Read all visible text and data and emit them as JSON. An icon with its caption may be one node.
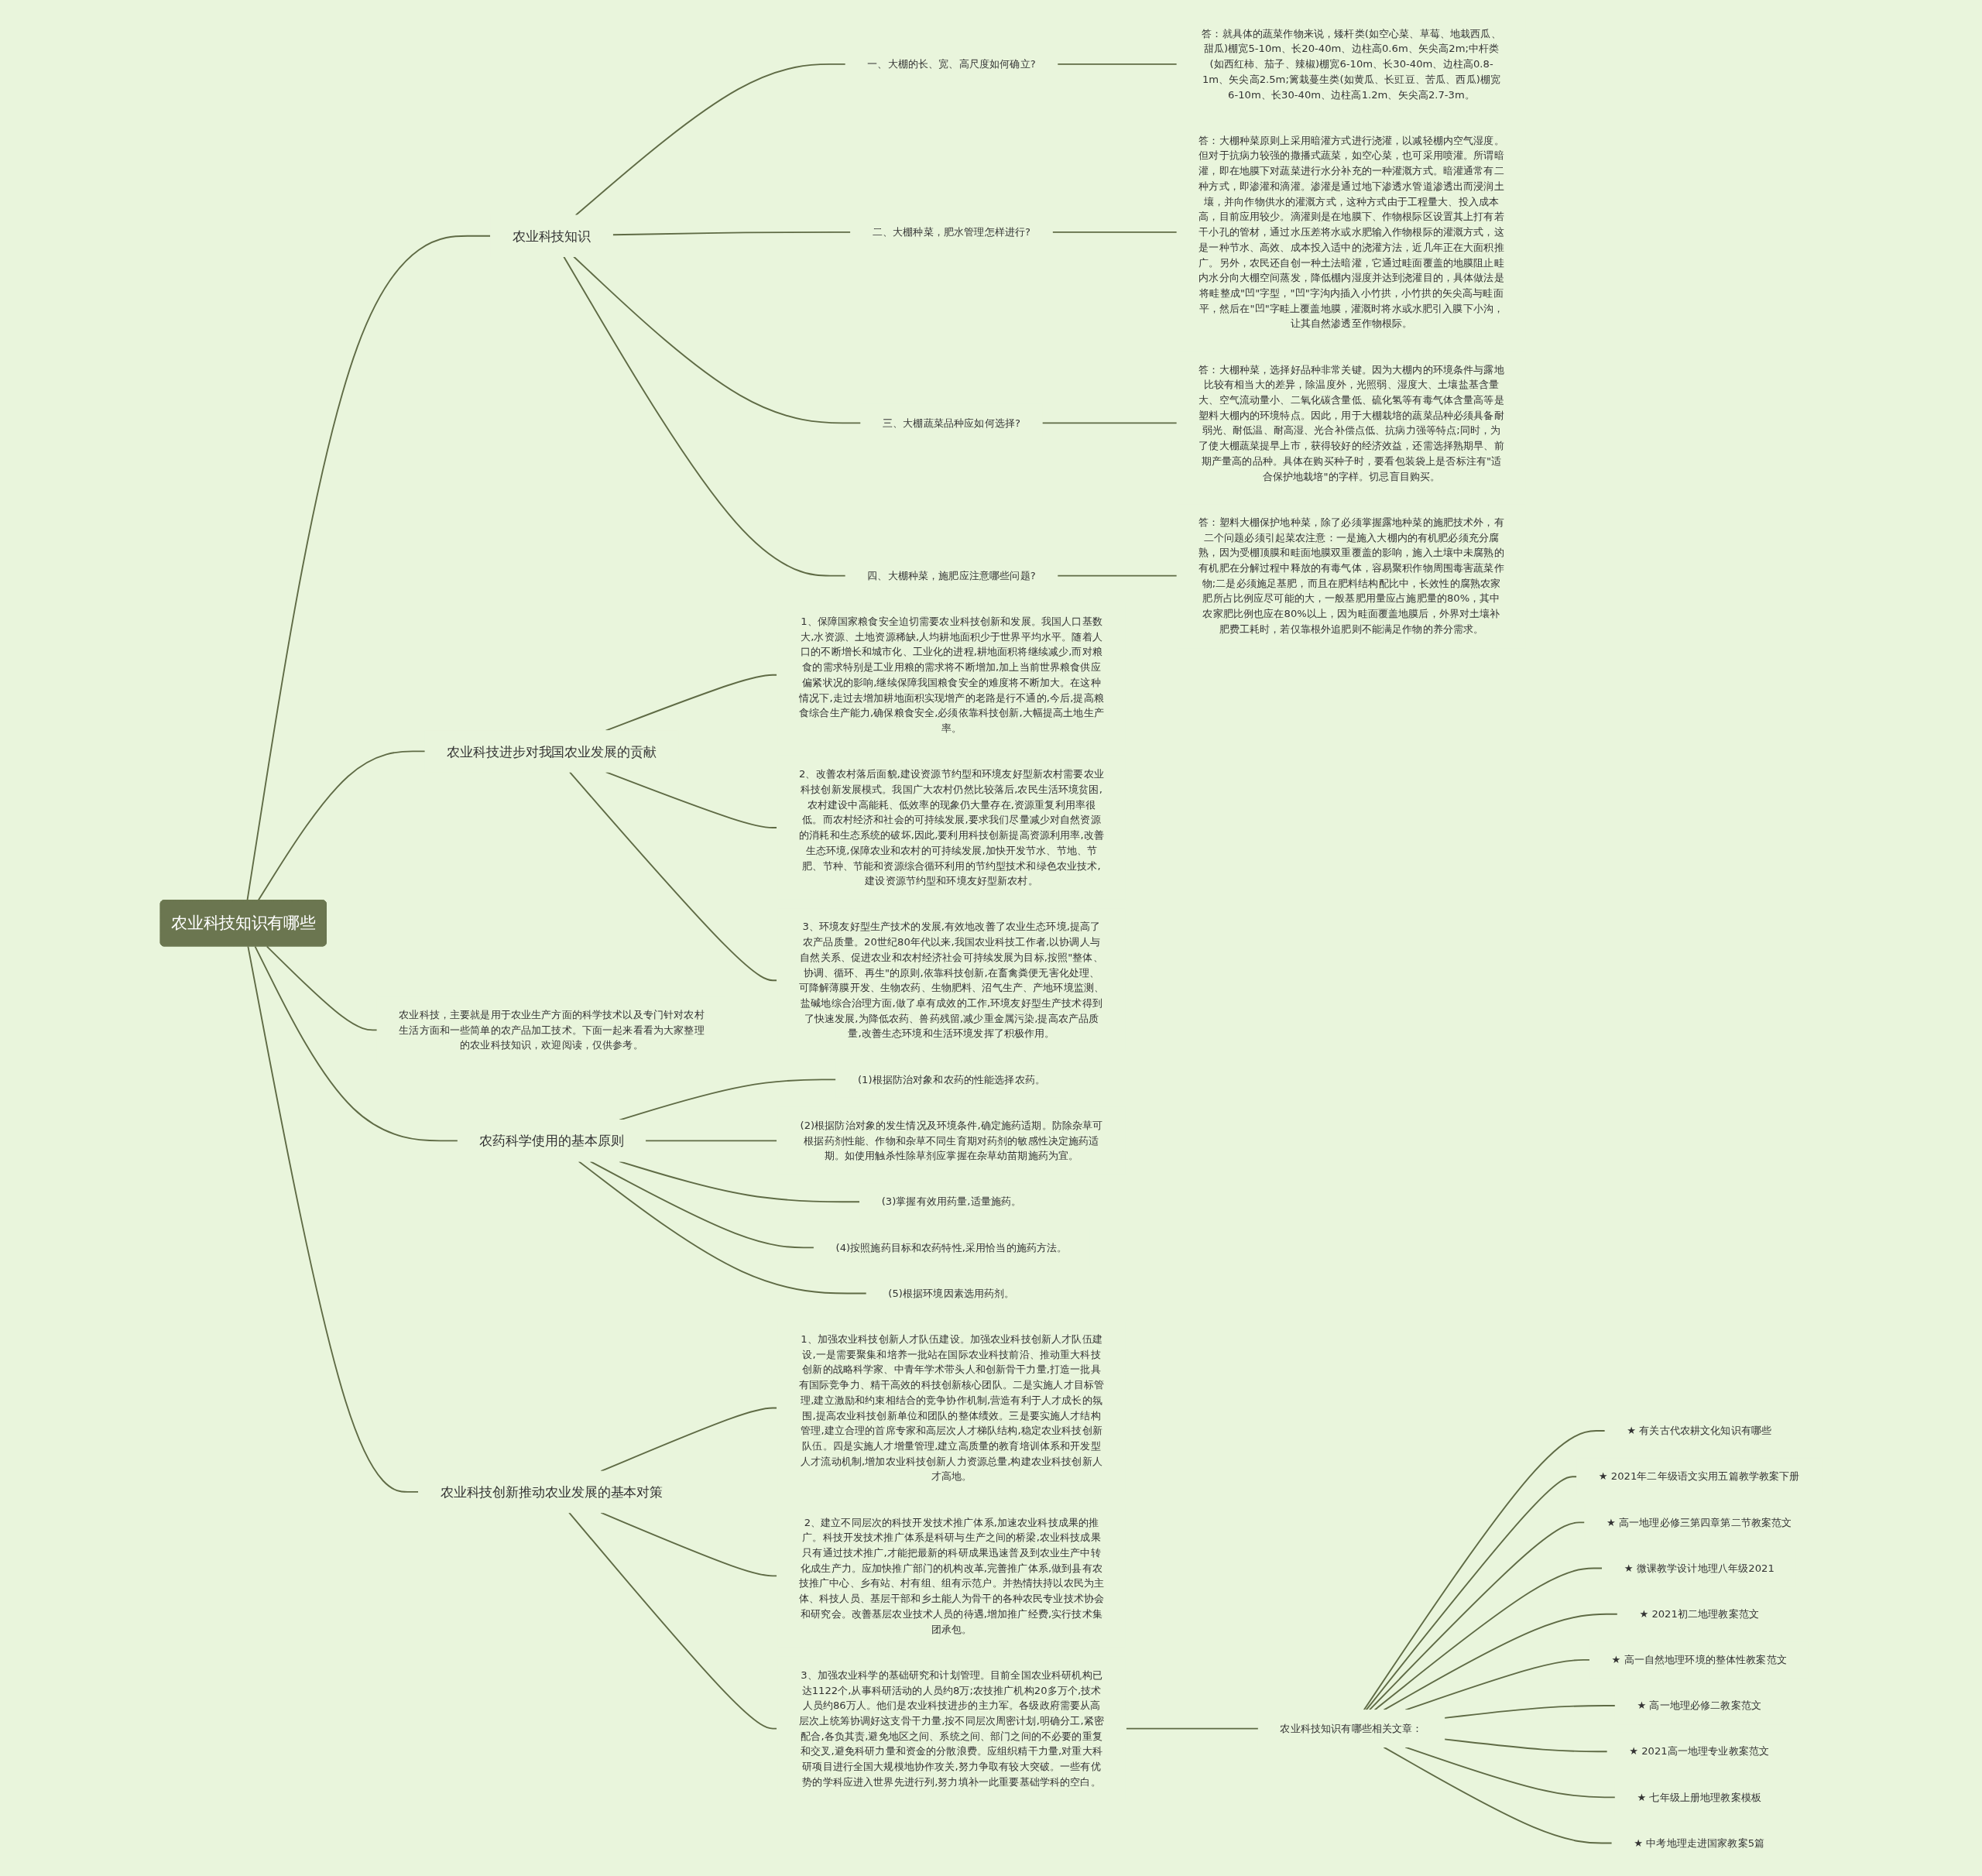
{
  "diagram": {
    "nodes": [
      {
        "text": [
          "农业科技知识有哪些"
        ]
      },
      {
        "text": [
          "农业科技知识"
        ]
      },
      {
        "text": [
          "一、大棚的长、宽、高尺度如何确立?"
        ]
      },
      {
        "text": [
          "答：就具体的蔬菜作物来说，矮杆类(如空心菜、草莓、地栽西瓜、甜瓜)棚宽5-10m、长20-40m、边柱高0.6m、矢尖高2m;中杆类(如西红柿、茄子、辣椒)棚宽6-10m、长30-40m、边柱高0.8-1m、矢尖高2.5m;篱栽蔓生类(如黄瓜、长豇豆、苦瓜、西瓜)棚宽6-10m、长30-40m、边柱高1.2m、矢尖高2.7-3m。"
        ]
      },
      {
        "text": [
          "二、大棚种菜，肥水管理怎样进行?"
        ]
      },
      {
        "text": [
          "答：大棚种菜原则上采用暗灌方式进行浇灌，以减轻棚内空气湿度。但对于抗病力较强的撒播式蔬菜，如空心菜，也可采用喷灌。所谓暗灌，即在地膜下对蔬菜进行水分补充的一种灌溉方式。暗灌通常有二种方式，即渗灌和滴灌。渗灌是通过地下渗透水管道渗透出而浸润土壤，并向作物供水的灌溉方式，这种方式由于工程量大、投入成本高，目前应用较少。滴灌则是在地膜下、作物根际区设置其上打有若干小孔的管材，通过水压差将水或水肥输入作物根际的灌溉方式，这是一种节水、高效、成本投入适中的浇灌方法，近几年正在大面积推广。另外，农民还自创一种土法暗灌，它通过畦面覆盖的地膜阻止畦内水分向大棚空间蒸发，降低棚内湿度并达到浇灌目的，具体做法是将畦整成\"凹\"字型，\"凹\"字沟内插入小竹拱，小竹拱的矢尖高与畦面平，然后在\"凹\"字畦上覆盖地膜，灌溉时将水或水肥引入膜下小沟，让其自然渗透至作物根际。"
        ]
      },
      {
        "text": [
          "三、大棚蔬菜品种应如何选择?"
        ]
      },
      {
        "text": [
          "答：大棚种菜，选择好品种非常关键。因为大棚内的环境条件与露地比较有相当大的差异，除温度外，光照弱、湿度大、土壤盐基含量大、空气流动量小、二氧化碳含量低、硫化氢等有毒气体含量高等是塑料大棚内的环境特点。因此，用于大棚栽培的蔬菜品种必须具备耐弱光、耐低温、耐高湿、光合补偿点低、抗病力强等特点;同时，为了使大棚蔬菜提早上市，获得较好的经济效益，还需选择熟期早、前期产量高的品种。具体在购买种子时，要看包装袋上是否标注有\"适合保护地栽培\"的字样。切忌盲目购买。"
        ]
      },
      {
        "text": [
          "四、大棚种菜，施肥应注意哪些问题?"
        ]
      },
      {
        "text": [
          "答：塑料大棚保护地种菜，除了必须掌握露地种菜的施肥技术外，有二个问题必须引起菜农注意：一是施入大棚内的有机肥必须充分腐熟，因为受棚顶膜和畦面地膜双重覆盖的影响，施入土壤中未腐熟的有机肥在分解过程中释放的有毒气体，容易聚积作物周围毒害蔬菜作物;二是必须施足基肥，而且在肥料结构配比中，长效性的腐熟农家肥所占比例应尽可能的大，一般基肥用量应占施肥量的80%，其中农家肥比例也应在80%以上，因为畦面覆盖地膜后，外界对土壤补肥费工耗时，若仅靠根外追肥则不能满足作物的养分需求。"
        ]
      },
      {
        "text": [
          "农业科技进步对我国农业发展的贡献"
        ]
      },
      {
        "text": [
          "1、保障国家粮食安全迫切需要农业科技创新和发展。我国人口基数大,水资源、土地资源稀缺,人均耕地面积少于世界平均水平。随着人口的不断增长和城市化、工业化的进程,耕地面积将继续减少,而对粮食的需求特别是工业用粮的需求将不断增加,加上当前世界粮食供应偏紧状况的影响,继续保障我国粮食安全的难度将不断加大。在这种情况下,走过去增加耕地面积实现增产的老路是行不通的,今后,提高粮食综合生产能力,确保粮食安全,必须依靠科技创新,大幅提高土地生产率。"
        ]
      },
      {
        "text": [
          "2、改善农村落后面貌,建设资源节约型和环境友好型新农村需要农业科技创新发展模式。我国广大农村仍然比较落后,农民生活环境贫困,农村建设中高能耗、低效率的现象仍大量存在,资源重复利用率很低。而农村经济和社会的可持续发展,要求我们尽量减少对自然资源的消耗和生态系统的破坏,因此,要利用科技创新提高资源利用率,改善生态环境,保障农业和农村的可持续发展,加快开发节水、节地、节肥、节种、节能和资源综合循环利用的节约型技术和绿色农业技术,建设资源节约型和环境友好型新农村。"
        ]
      },
      {
        "text": [
          "3、环境友好型生产技术的发展,有效地改善了农业生态环境,提高了农产品质量。20世纪80年代以来,我国农业科技工作者,以协调人与自然关系、促进农业和农村经济社会可持续发展为目标,按照\"整体、协调、循环、再生\"的原则,依靠科技创新,在畜禽粪便无害化处理、可降解薄膜开发、生物农药、生物肥料、沼气生产、产地环境监测、盐碱地综合治理方面,做了卓有成效的工作,环境友好型生产技术得到了快速发展,为降低农药、兽药残留,减少重金属污染,提高农产品质量,改善生态环境和生活环境发挥了积极作用。"
        ]
      },
      {
        "text": [
          "农业科技，主要就是用于农业生产方面的科学技术以及专门针对农村生活方面和一些简单的农产品加工技术。下面一起来看看为大家整理的农业科技知识，欢迎阅读，仅供参考。"
        ]
      },
      {
        "text": [
          "农药科学使用的基本原则"
        ]
      },
      {
        "text": [
          "(1)根据防治对象和农药的性能选择农药。"
        ]
      },
      {
        "text": [
          "(2)根据防治对象的发生情况及环境条件,确定施药适期。防除杂草可根据药剂性能、作物和杂草不同生育期对药剂的敏感性决定施药适期。如使用触杀性除草剂应掌握在杂草幼苗期施药为宜。"
        ]
      },
      {
        "text": [
          "(3)掌握有效用药量,适量施药。"
        ]
      },
      {
        "text": [
          "(4)按照施药目标和农药特性,采用恰当的施药方法。"
        ]
      },
      {
        "text": [
          "(5)根据环境因素选用药剂。"
        ]
      },
      {
        "text": [
          "农业科技创新推动农业发展的基本对策"
        ]
      },
      {
        "text": [
          "1、加强农业科技创新人才队伍建设。加强农业科技创新人才队伍建设,一是需要聚集和培养一批站在国际农业科技前沿、推动重大科技创新的战略科学家、中青年学术带头人和创新骨干力量,打造一批具有国际竞争力、精干高效的科技创新核心团队。二是实施人才目标管理,建立激励和约束相结合的竞争协作机制,营造有利于人才成长的氛围,提高农业科技创新单位和团队的整体绩效。三是要实施人才结构管理,建立合理的首席专家和高层次人才梯队结构,稳定农业科技创新队伍。四是实施人才增量管理,建立高质量的教育培训体系和开发型人才流动机制,增加农业科技创新人力资源总量,构建农业科技创新人才高地。"
        ]
      },
      {
        "text": [
          "2、建立不同层次的科技开发技术推广体系,加速农业科技成果的推广。科技开发技术推广体系是科研与生产之间的桥梁,农业科技成果只有通过技术推广,才能把最新的科研成果迅速普及到农业生产中转化成生产力。应加快推广部门的机构改革,完善推广体系,做到县有农技推广中心、乡有站、村有组、组有示范户。并热情扶持以农民为主体、科技人员、基层干部和乡土能人为骨干的各种农民专业技术协会和研究会。改善基层农业技术人员的待遇,增加推广经费,实行技术集团承包。"
        ]
      },
      {
        "text": [
          "3、加强农业科学的基础研究和计划管理。目前全国农业科研机构已达1122个,从事科研活动的人员约8万;农技推广机构20多万个,技术人员约86万人。他们是农业科技进步的主力军。各级政府需要从高层次上统筹协调好这支骨干力量,按不同层次周密计划,明确分工,紧密配合,各负其责,避免地区之间、系统之间、部门之间的不必要的重复和交叉,避免科研力量和资金的分散浪费。应组织精干力量,对重大科研项目进行全国大规模地协作攻关,努力争取有较大突破。一些有优势的学科应进入世界先进行列,努力填补一此重要基础学科的空白。"
        ]
      },
      {
        "text": [
          "农业科技知识有哪些相关文章："
        ]
      },
      {
        "text": [
          "★ 有关古代农耕文化知识有哪些"
        ]
      },
      {
        "text": [
          "★ 2021年二年级语文实用五篇教学教案下册"
        ]
      },
      {
        "text": [
          "★ 高一地理必修三第四章第二节教案范文"
        ]
      },
      {
        "text": [
          "★ 微课教学设计地理八年级2021"
        ]
      },
      {
        "text": [
          "★ 2021初二地理教案范文"
        ]
      },
      {
        "text": [
          "★ 高一自然地理环境的整体性教案范文"
        ]
      },
      {
        "text": [
          "★ 高一地理必修二教案范文"
        ]
      },
      {
        "text": [
          "★ 2021高一地理专业教案范文"
        ]
      },
      {
        "text": [
          "★ 七年级上册地理教案模板"
        ]
      },
      {
        "text": [
          "★ 中考地理走进国家教案5篇"
        ]
      }
    ],
    "edges": [
      {
        "from": 0,
        "to": 1,
        "arrow": "none"
      },
      {
        "from": 1,
        "to": 2,
        "arrow": "none"
      },
      {
        "from": 2,
        "to": 3,
        "arrow": "none"
      },
      {
        "from": 1,
        "to": 4,
        "arrow": "none"
      },
      {
        "from": 4,
        "to": 5,
        "arrow": "none"
      },
      {
        "from": 1,
        "to": 6,
        "arrow": "none"
      },
      {
        "from": 6,
        "to": 7,
        "arrow": "none"
      },
      {
        "from": 1,
        "to": 8,
        "arrow": "none"
      },
      {
        "from": 8,
        "to": 9,
        "arrow": "none"
      },
      {
        "from": 0,
        "to": 10,
        "arrow": "none"
      },
      {
        "from": 10,
        "to": 11,
        "arrow": "none"
      },
      {
        "from": 10,
        "to": 12,
        "arrow": "none"
      },
      {
        "from": 10,
        "to": 13,
        "arrow": "none"
      },
      {
        "from": 0,
        "to": 14,
        "arrow": "none"
      },
      {
        "from": 0,
        "to": 15,
        "arrow": "none"
      },
      {
        "from": 15,
        "to": 16,
        "arrow": "none"
      },
      {
        "from": 15,
        "to": 17,
        "arrow": "none"
      },
      {
        "from": 15,
        "to": 18,
        "arrow": "none"
      },
      {
        "from": 15,
        "to": 19,
        "arrow": "none"
      },
      {
        "from": 15,
        "to": 20,
        "arrow": "none"
      },
      {
        "from": 0,
        "to": 21,
        "arrow": "none"
      },
      {
        "from": 21,
        "to": 22,
        "arrow": "none"
      },
      {
        "from": 21,
        "to": 23,
        "arrow": "none"
      },
      {
        "from": 21,
        "to": 24,
        "arrow": "none"
      },
      {
        "from": 24,
        "to": 25,
        "arrow": "none"
      },
      {
        "from": 25,
        "to": 26,
        "arrow": "none"
      },
      {
        "from": 25,
        "to": 27,
        "arrow": "none"
      },
      {
        "from": 25,
        "to": 28,
        "arrow": "none"
      },
      {
        "from": 25,
        "to": 29,
        "arrow": "none"
      },
      {
        "from": 25,
        "to": 30,
        "arrow": "none"
      },
      {
        "from": 25,
        "to": 31,
        "arrow": "none"
      },
      {
        "from": 25,
        "to": 32,
        "arrow": "none"
      },
      {
        "from": 25,
        "to": 33,
        "arrow": "none"
      },
      {
        "from": 25,
        "to": 34,
        "arrow": "none"
      },
      {
        "from": 25,
        "to": 35,
        "arrow": "none"
      }
    ]
  }
}
